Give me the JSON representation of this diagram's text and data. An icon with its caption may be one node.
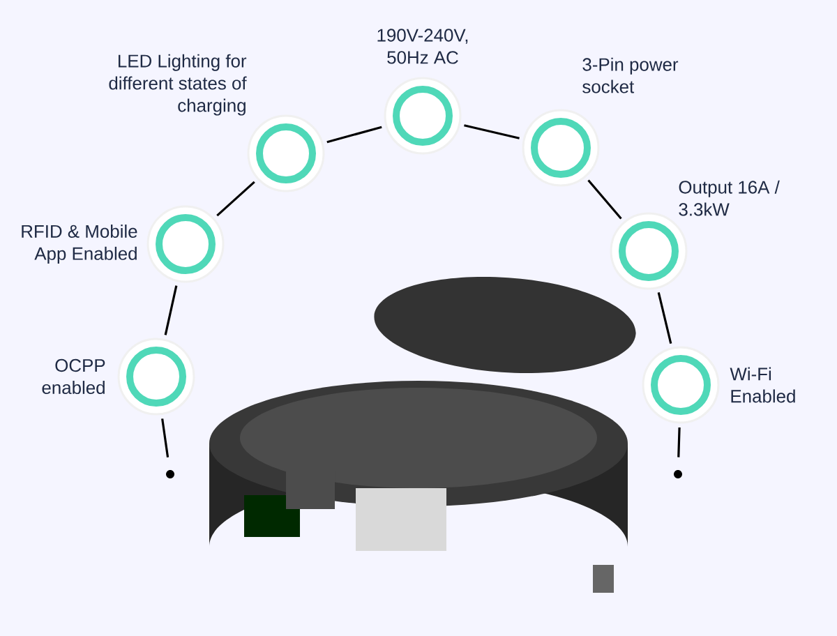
{
  "diagram": {
    "nodes": [
      {
        "text": [],
        "shape": "circle"
      },
      {
        "text": [],
        "shape": "circle",
        "beside": [
          "OCPP enabled"
        ]
      },
      {
        "text": [],
        "shape": "circle",
        "beside": [
          "RFID & Mobile App Enabled"
        ]
      },
      {
        "text": [],
        "shape": "circle",
        "beside": [
          "LED Lighting for different states of charging"
        ]
      },
      {
        "text": [],
        "shape": "circle",
        "beside": [
          "190V-240V, 50Hz AC"
        ]
      },
      {
        "text": [],
        "shape": "circle",
        "beside": [
          "3-Pin power socket"
        ]
      },
      {
        "text": [],
        "shape": "circle",
        "beside": [
          "Output 16A / 3.3kW"
        ]
      },
      {
        "text": [],
        "shape": "circle",
        "beside": [
          "Wi-Fi Enabled"
        ]
      },
      {
        "text": [],
        "shape": "circle"
      }
    ],
    "edges": [
      {
        "from": 0,
        "to": 1,
        "arrow": "none"
      },
      {
        "from": 1,
        "to": 2,
        "arrow": "none"
      },
      {
        "from": 2,
        "to": 3,
        "arrow": "none"
      },
      {
        "from": 3,
        "to": 4,
        "arrow": "none"
      },
      {
        "from": 4,
        "to": 5,
        "arrow": "none"
      },
      {
        "from": 5,
        "to": 6,
        "arrow": "none"
      },
      {
        "from": 6,
        "to": 7,
        "arrow": "none"
      },
      {
        "from": 7,
        "to": 8,
        "arrow": "none"
      }
    ]
  }
}
